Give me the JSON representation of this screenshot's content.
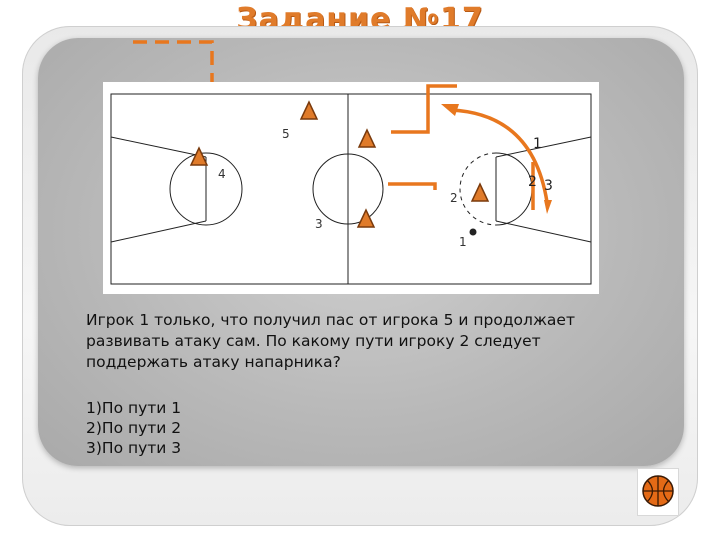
{
  "slide": {
    "title": "Задание №17",
    "question": "Игрок 1 только, что получил пас от игрока 5 и продолжает развивать атаку сам. По какому пути игроку 2 следует поддержать атаку напарника?",
    "answers": [
      "1)По пути 1",
      "2)По пути 2",
      "3)По пути 3"
    ]
  },
  "diagram": {
    "player_labels": [
      "5",
      "4",
      "3",
      "2",
      "1"
    ],
    "path_labels": [
      "1",
      "2",
      "3"
    ],
    "colors": {
      "accent": "#e07b2a",
      "path": "#e8771e",
      "marker_fill": "#e07b2a",
      "marker_stroke": "#7a3a0c",
      "court_line": "#222222"
    }
  },
  "icons": {
    "corner": "basketball-icon"
  }
}
